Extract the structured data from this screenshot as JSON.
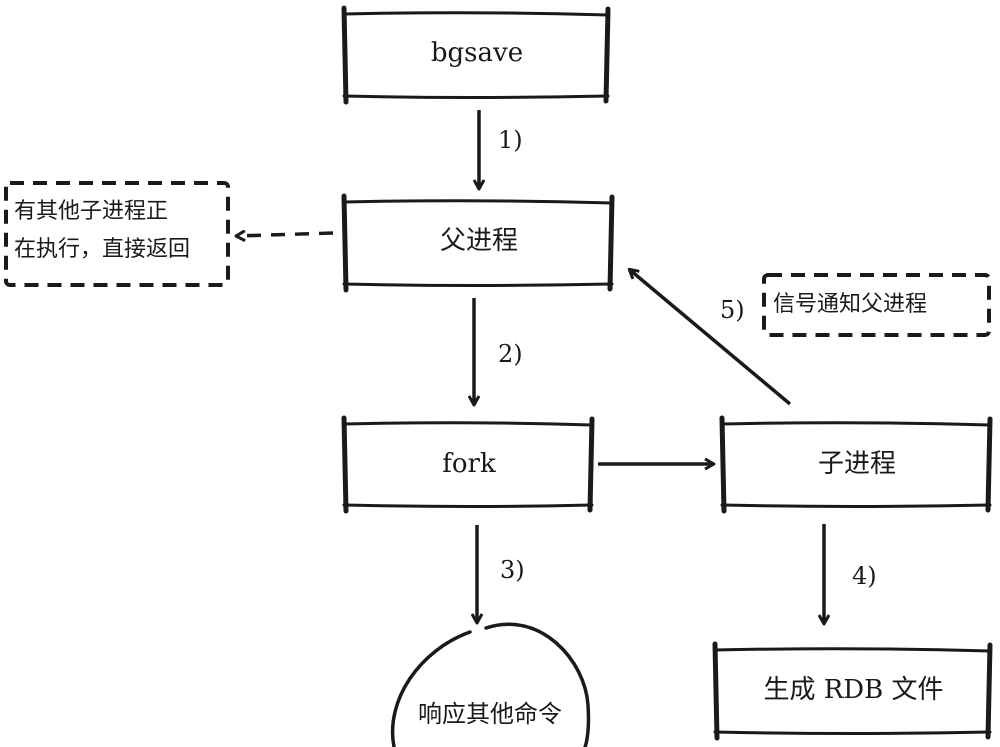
{
  "nodes": {
    "bgsave": "bgsave",
    "parent": "父进程",
    "fork": "fork",
    "child": "子进程",
    "respond": "响应其他命令",
    "generate_rdb": "生成 RDB 文件"
  },
  "notes": {
    "other_child_line1": "有其他子进程正",
    "other_child_line2": "在执行，直接返回",
    "signal": "信号通知父进程"
  },
  "steps": [
    "1)",
    "2)",
    "3)",
    "4)",
    "5)"
  ]
}
